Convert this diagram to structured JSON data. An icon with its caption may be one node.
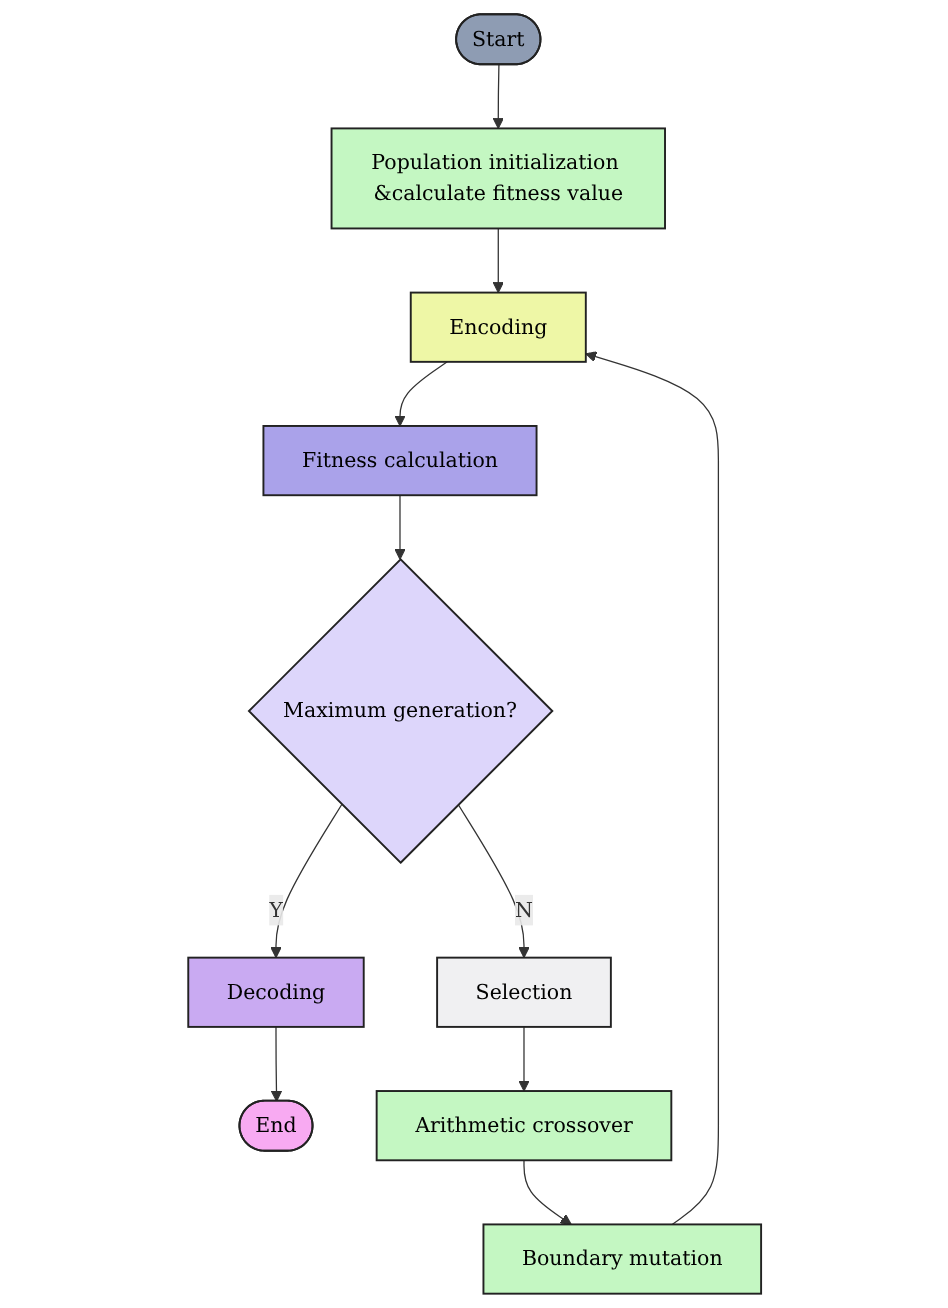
{
  "diagram": {
    "nodes": [
      {
        "text": [
          "Start"
        ]
      },
      {
        "text": [
          "Population initialization &calculate fitness value"
        ]
      },
      {
        "text": [
          "Encoding"
        ]
      },
      {
        "text": [
          "Fitness calculation"
        ]
      },
      {
        "text": [
          "Maximum generation?"
        ]
      },
      {
        "text": [
          "Decoding"
        ]
      },
      {
        "text": [
          "End"
        ]
      },
      {
        "text": [
          "Selection"
        ]
      },
      {
        "text": [
          "Arithmetic crossover"
        ]
      },
      {
        "text": [
          "Boundary mutation"
        ]
      }
    ],
    "edges": [
      {
        "from": 0,
        "to": 1,
        "arrow": "to"
      },
      {
        "from": 1,
        "to": 2,
        "arrow": "to"
      },
      {
        "from": 2,
        "to": 3,
        "arrow": "to"
      },
      {
        "from": 3,
        "to": 4,
        "arrow": "to"
      },
      {
        "from": 4,
        "to": 5,
        "arrow": "to",
        "label": "Y"
      },
      {
        "from": 5,
        "to": 6,
        "arrow": "to"
      },
      {
        "from": 4,
        "to": 7,
        "arrow": "to",
        "label": "N"
      },
      {
        "from": 7,
        "to": 8,
        "arrow": "to"
      },
      {
        "from": 8,
        "to": 9,
        "arrow": "to"
      },
      {
        "from": 9,
        "to": 2,
        "arrow": "to"
      }
    ]
  }
}
